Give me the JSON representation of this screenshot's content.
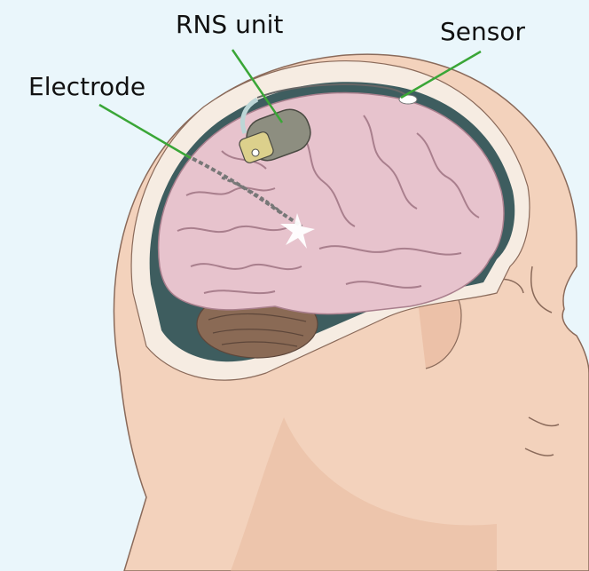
{
  "colors": {
    "background": "#eaf6fb",
    "skin": "#f3d2bc",
    "skin_shadow": "#e8b99e",
    "skull": "#f6ece2",
    "csf": "#3e5d5f",
    "brain": "#e7c3cd",
    "brain_fold": "#a97f8d",
    "cerebellum": "#8a6a55",
    "device": "#8d8e80",
    "callout_line": "#3aa637"
  },
  "labels": {
    "rns_unit": "RNS unit",
    "sensor": "Sensor",
    "electrode": "Electrode"
  }
}
